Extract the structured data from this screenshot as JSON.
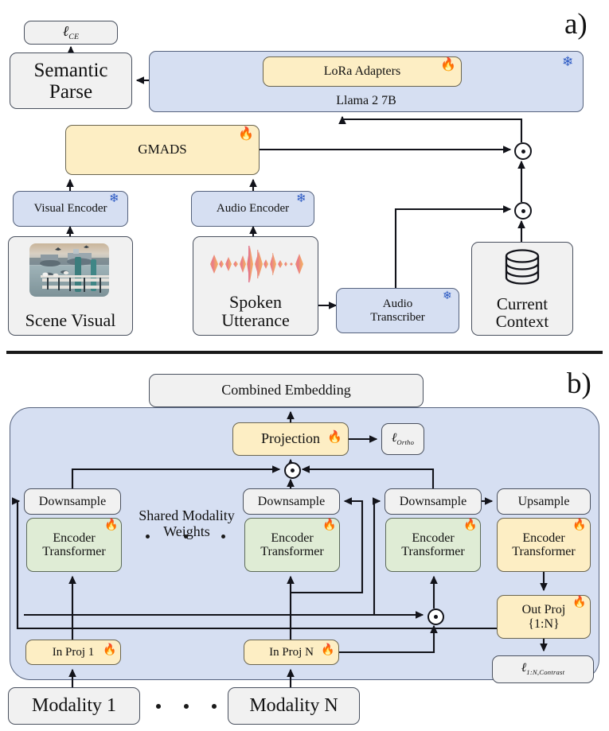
{
  "figure": {
    "panel_a_letter": "a)",
    "panel_b_letter": "b)"
  },
  "panel_a": {
    "loss_ce": {
      "symbol": "ℓ",
      "subscript": "CE"
    },
    "semantic_parse": "Semantic\nParse",
    "llm": {
      "name": "Llama 2 7B",
      "adapters": "LoRa Adapters",
      "adapters_state": "trainable",
      "llm_state": "frozen"
    },
    "gmads": {
      "label": "GMADS",
      "state": "trainable"
    },
    "visual_encoder": {
      "label": "Visual Encoder",
      "state": "frozen"
    },
    "audio_encoder": {
      "label": "Audio Encoder",
      "state": "frozen"
    },
    "audio_transcriber": {
      "label": "Audio\nTranscriber",
      "state": "frozen"
    },
    "scene_visual": {
      "label": "Scene Visual",
      "thumbnail": "harbor-pier-photo"
    },
    "spoken_utterance": {
      "label": "Spoken\nUtterance",
      "thumbnail": "audio-waveform"
    },
    "current_context": {
      "label": "Current\nContext",
      "icon": "database-icon"
    },
    "merge_nodes": [
      "merge-top",
      "merge-bottom"
    ]
  },
  "panel_b": {
    "combined_embedding": "Combined Embedding",
    "projection": {
      "label": "Projection",
      "state": "trainable"
    },
    "loss_ortho": {
      "symbol": "ℓ",
      "subscript": "Ortho"
    },
    "loss_contrast": {
      "symbol": "ℓ",
      "subscript": "1:N,Contrast"
    },
    "shared_modality_weights": "Shared Modality\nWeights",
    "columns": [
      {
        "sampler": "Downsample",
        "encoder": "Encoder\nTransformer",
        "encoder_style": "green",
        "encoder_state": "trainable",
        "in_proj": "In Proj 1",
        "in_proj_state": "trainable",
        "modality": "Modality 1"
      },
      {
        "sampler": "Downsample",
        "encoder": "Encoder\nTransformer",
        "encoder_style": "green",
        "encoder_state": "trainable",
        "in_proj": "In Proj N",
        "in_proj_state": "trainable",
        "modality": "Modality N"
      },
      {
        "sampler": "Downsample",
        "encoder": "Encoder\nTransformer",
        "encoder_style": "green",
        "encoder_state": "trainable"
      },
      {
        "sampler": "Upsample",
        "encoder": "Encoder\nTransformer",
        "encoder_style": "yellow",
        "encoder_state": "trainable",
        "out_proj": "Out Proj\n{1:N}",
        "out_proj_state": "trainable"
      }
    ],
    "merge_nodes": [
      "merge-projection",
      "merge-inproj"
    ]
  },
  "colors": {
    "panel_fill": "#d6dff2",
    "gray_fill": "#f1f1f1",
    "yellow_fill": "#fdeec4",
    "green_fill": "#dfecd5",
    "flame": "#e8402a",
    "snowflake": "#2b59c3",
    "wire": "#12131a"
  },
  "icons": {
    "flame": "🔥",
    "snowflake": "❄"
  }
}
